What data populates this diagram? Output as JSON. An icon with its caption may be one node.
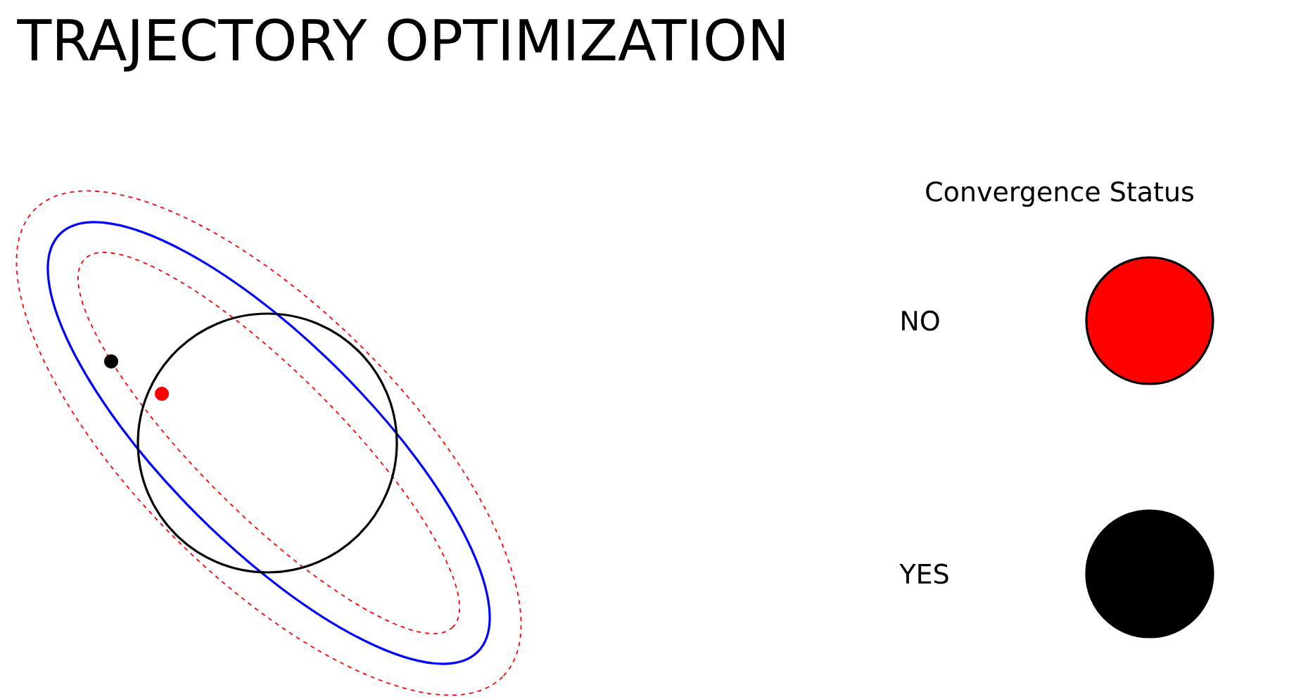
{
  "diagram": {
    "title": "TRAJECTORY OPTIMIZATION",
    "labels": [
      "Convergence Status"
    ],
    "legend": [
      {
        "text": "NO",
        "color": "#ff0000"
      },
      {
        "text": "YES",
        "color": "#000000"
      }
    ]
  }
}
